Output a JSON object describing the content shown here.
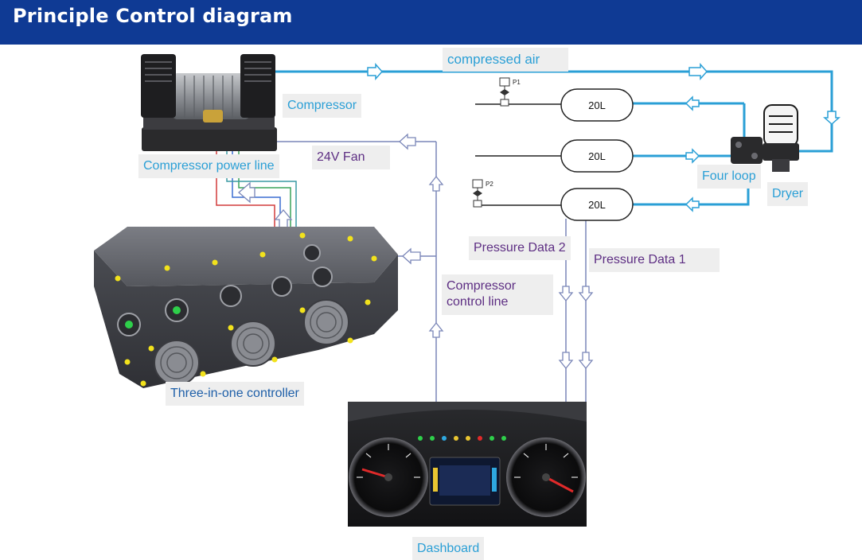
{
  "header": {
    "title": "Principle Control diagram"
  },
  "labels": {
    "compressed_air": "compressed air",
    "compressor": "Compressor",
    "compressor_power_line": "Compressor power line",
    "fan_24v": "24V Fan",
    "four_loop": "Four loop",
    "dryer": "Dryer",
    "pressure_data_2": "Pressure Data 2",
    "pressure_data_1": "Pressure Data 1",
    "compressor_control_line_1": "Compressor",
    "compressor_control_line_2": "control line",
    "three_in_one_controller": "Three-in-one controller",
    "dashboard": "Dashboard"
  },
  "tanks": [
    {
      "label": "20L"
    },
    {
      "label": "20L"
    },
    {
      "label": "20L"
    }
  ],
  "sensors": {
    "p1": "P1",
    "p2": "P2"
  },
  "colors": {
    "header_bg": "#0f3a94",
    "air_line": "#2a9fd6",
    "signal_line": "#7a86b8",
    "label_blue": "#2a9fd6",
    "label_purple": "#5d2e83"
  }
}
